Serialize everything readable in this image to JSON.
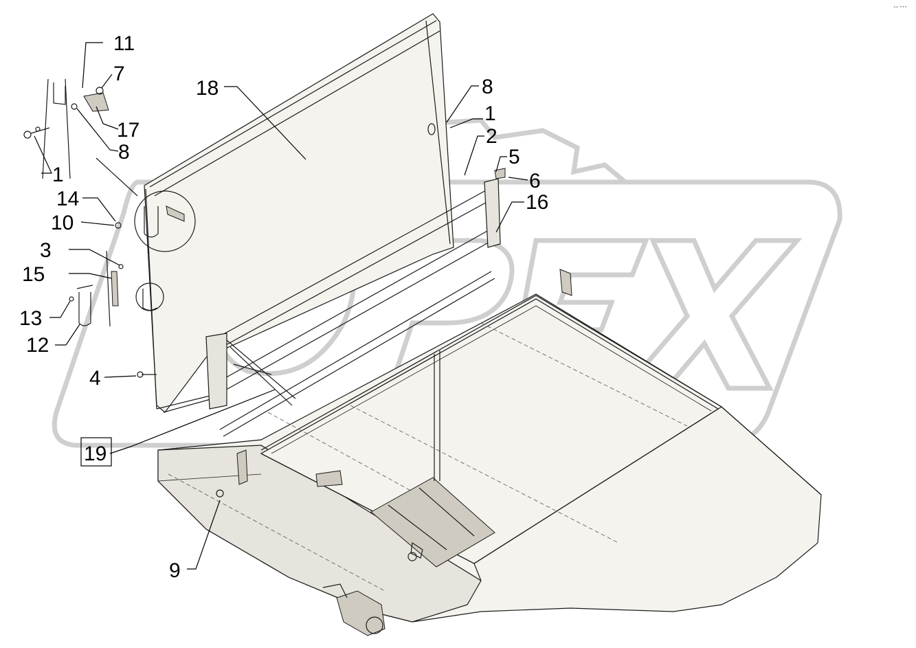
{
  "watermark": {
    "text": "OPEX"
  },
  "corner_mark": "«» •••",
  "callouts": [
    {
      "id": "c11a",
      "label": "11"
    },
    {
      "id": "c7",
      "label": "7"
    },
    {
      "id": "c17",
      "label": "17"
    },
    {
      "id": "c8a",
      "label": "8"
    },
    {
      "id": "c1a",
      "label": "1"
    },
    {
      "id": "c14",
      "label": "14"
    },
    {
      "id": "c10",
      "label": "10"
    },
    {
      "id": "c3",
      "label": "3"
    },
    {
      "id": "c15",
      "label": "15"
    },
    {
      "id": "c13",
      "label": "13"
    },
    {
      "id": "c12",
      "label": "12"
    },
    {
      "id": "c4",
      "label": "4"
    },
    {
      "id": "c19",
      "label": "19"
    },
    {
      "id": "c18",
      "label": "18"
    },
    {
      "id": "c8b",
      "label": "8"
    },
    {
      "id": "c1b",
      "label": "1"
    },
    {
      "id": "c2",
      "label": "2"
    },
    {
      "id": "c5",
      "label": "5"
    },
    {
      "id": "c6",
      "label": "6"
    },
    {
      "id": "c16",
      "label": "16"
    },
    {
      "id": "c9",
      "label": "9"
    }
  ]
}
